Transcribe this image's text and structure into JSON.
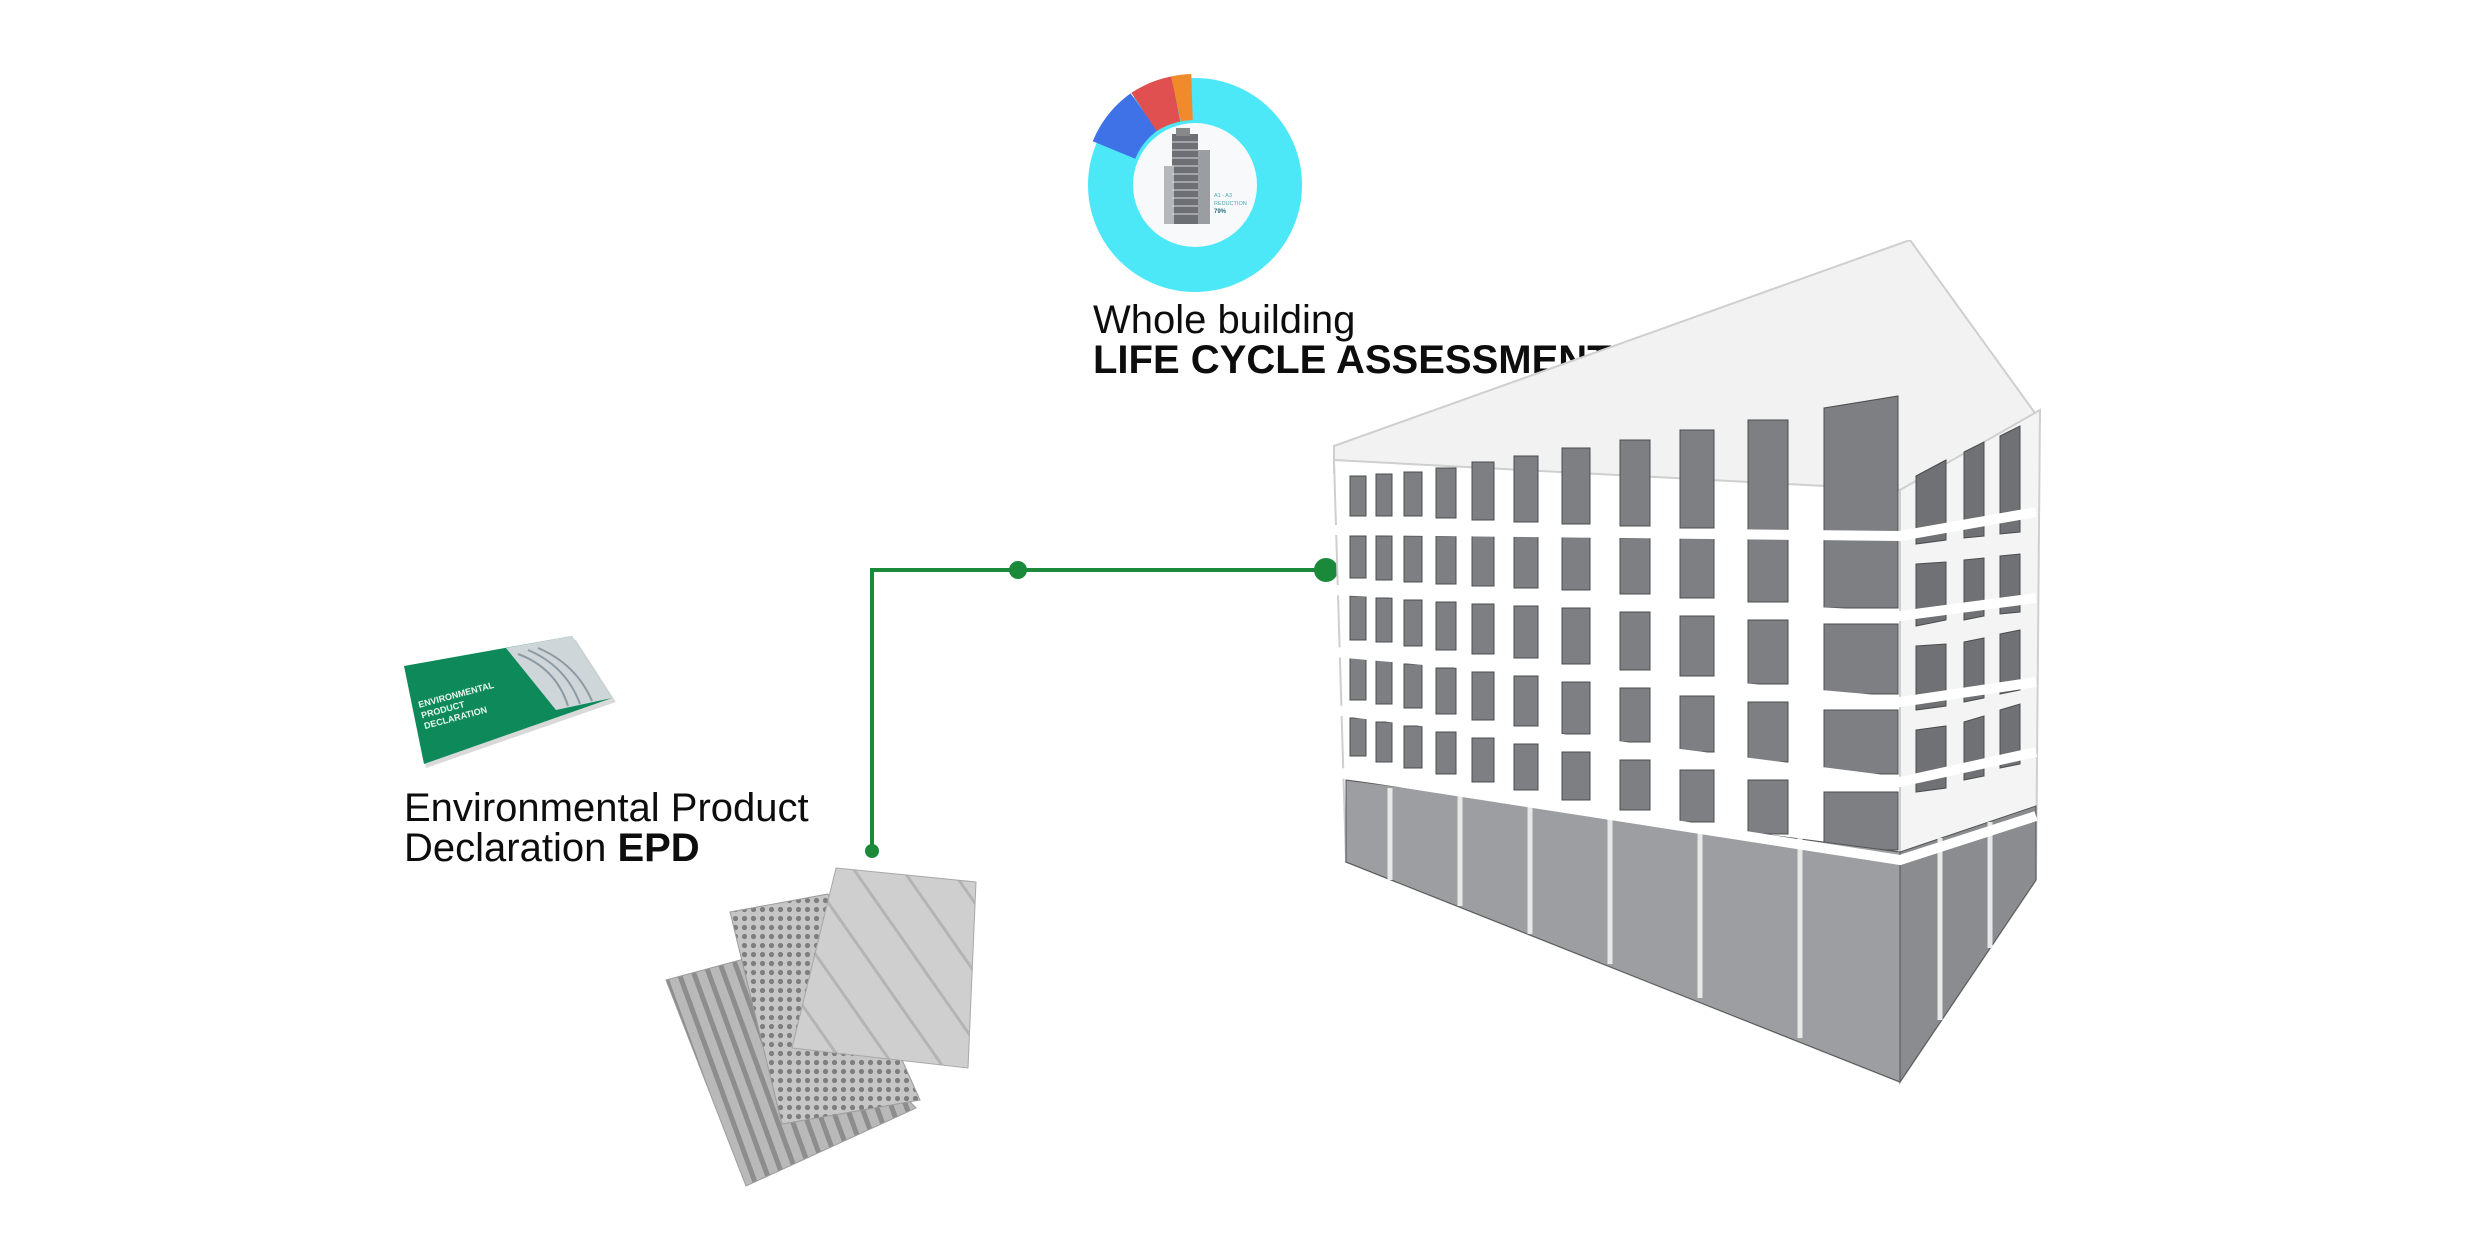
{
  "lca": {
    "line1": "Whole building",
    "line2": "LIFE CYCLE ASSESSMENT",
    "donut_label_line1": "A1 - A3",
    "donut_label_line2": "REDUCTION",
    "donut_value": "79%"
  },
  "epd": {
    "line1": "Environmental Product",
    "line2_regular": "Declaration ",
    "line2_bold": "EPD",
    "booklet_title_1": "ENVIRONMENTAL",
    "booklet_title_2": "PRODUCT",
    "booklet_title_3": "DECLARATION"
  },
  "colors": {
    "connector": "#1a8a3a",
    "donut_main": "#4de8f8",
    "donut_blue": "#3f72e6",
    "donut_red": "#e05050",
    "donut_orange": "#f08a2a",
    "epd_green": "#0e8a5a"
  }
}
